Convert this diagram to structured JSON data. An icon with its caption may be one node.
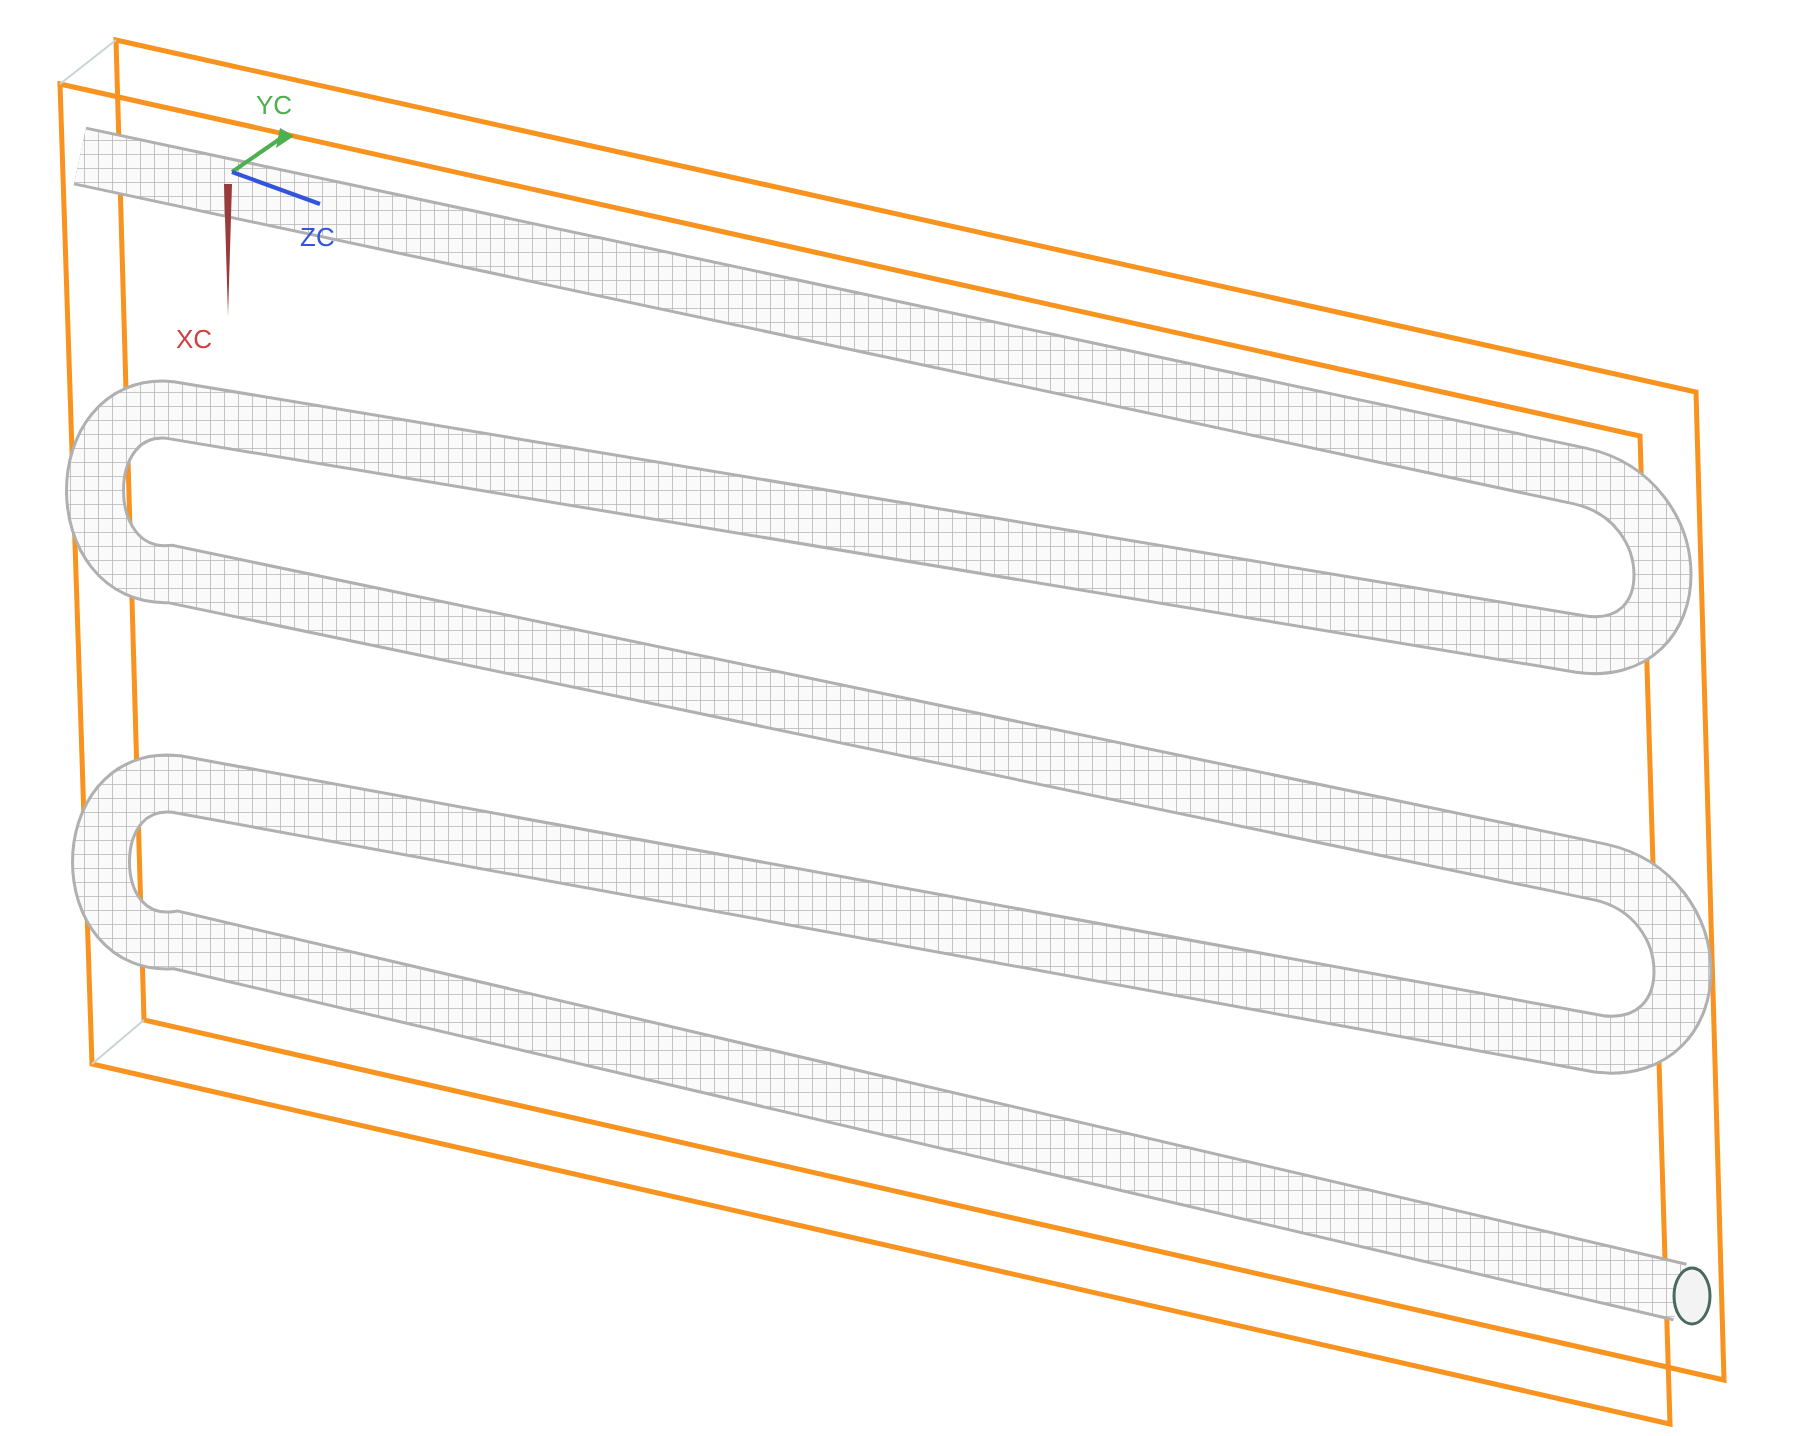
{
  "diagram": {
    "labels": [
      "YC",
      "ZC",
      "XC"
    ]
  }
}
